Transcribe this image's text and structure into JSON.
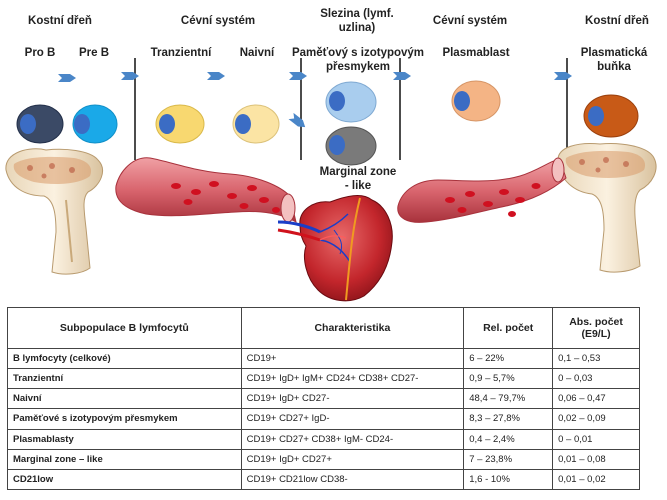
{
  "top_labels": {
    "bone_marrow_left": "Kostní dřeň",
    "vascular_left": "Cévní systém",
    "spleen": "Slezina (lymf. uzlina)",
    "vascular_right": "Cévní systém",
    "bone_marrow_right": "Kostní dřeň"
  },
  "stages": {
    "pro_b": "Pro B",
    "pre_b": "Pre B",
    "transitional": "Tranzientní",
    "naive": "Naivní",
    "memory_switched": "Paměťový s izotypovým přesmykem",
    "plasmablast": "Plasmablast",
    "plasma_cell": "Plasmatická buňka",
    "marginal_zone": "Marginal zone - like"
  },
  "colors": {
    "pro_b_cell": "#3b4a66",
    "pre_b_cell": "#1aa9e8",
    "transitional_cell": "#f8d870",
    "naive_cell": "#fbe4a4",
    "memory_cell": "#a9cdee",
    "marginal_zone_cell": "#7a7a7a",
    "plasmablast_cell": "#f4b485",
    "plasma_cell": "#c85a17",
    "nucleus": "#3b6cc4",
    "arrow": "#4a86c8"
  },
  "table": {
    "headers": {
      "subpopulation": "Subpopulace B lymfocytů",
      "characteristic": "Charakteristika",
      "relative": "Rel. počet",
      "absolute": "Abs. počet (E9/L)"
    },
    "rows": [
      {
        "name": "B lymfocyty (celkové)",
        "markers": "CD19+",
        "rel": "6 – 22%",
        "abs": "0,1 – 0,53"
      },
      {
        "name": "Tranzientní",
        "markers": "CD19+ IgD+ IgM+ CD24+ CD38+ CD27-",
        "rel": "0,9 – 5,7%",
        "abs": "0 – 0,03"
      },
      {
        "name": "Naivní",
        "markers": "CD19+ IgD+ CD27-",
        "rel": "48,4 – 79,7%",
        "abs": "0,06 – 0,47"
      },
      {
        "name": "Paměťové s izotypovým přesmykem",
        "markers": "CD19+ CD27+ IgD-",
        "rel": "8,3 – 27,8%",
        "abs": "0,02 – 0,09"
      },
      {
        "name": "Plasmablasty",
        "markers": "CD19+ CD27+ CD38+ IgM- CD24-",
        "rel": "0,4 – 2,4%",
        "abs": "0 – 0,01"
      },
      {
        "name": "Marginal zone – like",
        "markers": "CD19+ IgD+ CD27+",
        "rel": "7 – 23,8%",
        "abs": "0,01 – 0,08"
      },
      {
        "name": "CD21low",
        "markers": "CD19+ CD21low CD38-",
        "rel": "1,6 - 10%",
        "abs": "0,01 – 0,02"
      }
    ]
  }
}
